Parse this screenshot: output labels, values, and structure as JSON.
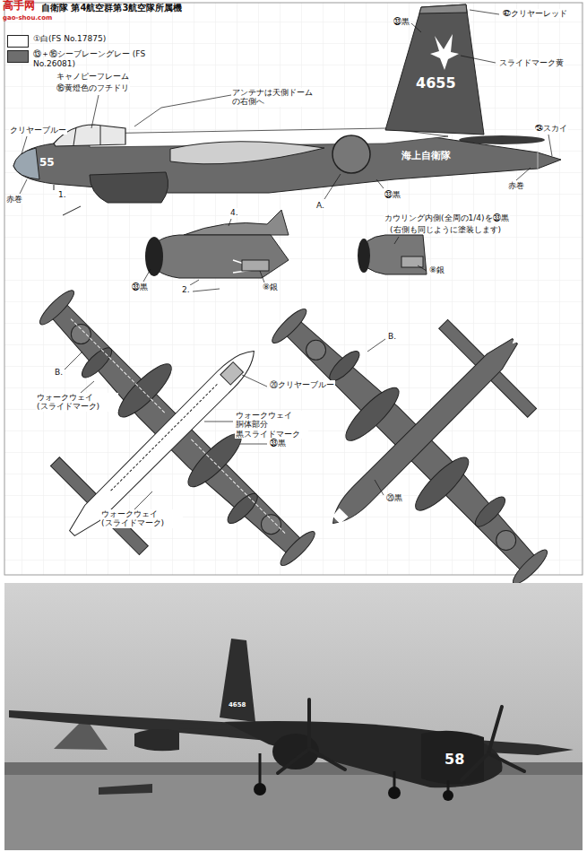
{
  "diagram": {
    "title": "自衛隊 第4航空群第3航空隊所属機",
    "labels": [
      "高手网",
      "gao-shou.com",
      "キャノピーフレーム",
      "⑯黄燈色のフチドリ",
      "アンテナは天側ドーム の右側へ",
      "クリヤーブルー",
      "55",
      "赤巻",
      "1.",
      "㉝黒",
      "㊼クリヤーレッド",
      "4655",
      "スライドマーク黄",
      "㉔スカイ",
      "海上自衛隊",
      "赤巻",
      "A.",
      "㉝黒",
      "4.",
      "㉝黒",
      "2.",
      "⑧銀",
      "カウリング内側(全周の1/4)を㉝黒",
      "(右側も同じように塗装します)",
      "⑧銀",
      "B.",
      "ウォークウェイ (スライドマーク)",
      "⑳クリヤーブルー",
      "ウォークウェイ 胴体部分 黒スライドマーク",
      "㉝黒",
      "ウォークウェイ (スライドマーク)",
      "B.",
      "⑳黒",
      "4658",
      "58"
    ],
    "legend": [
      {
        "text": "①白(FS No.17875)",
        "color": "#ffffff"
      },
      {
        "text": "⑬＋⑯シーブレーングレー (FS No.26081)",
        "color": "#6e6e6e"
      }
    ]
  }
}
